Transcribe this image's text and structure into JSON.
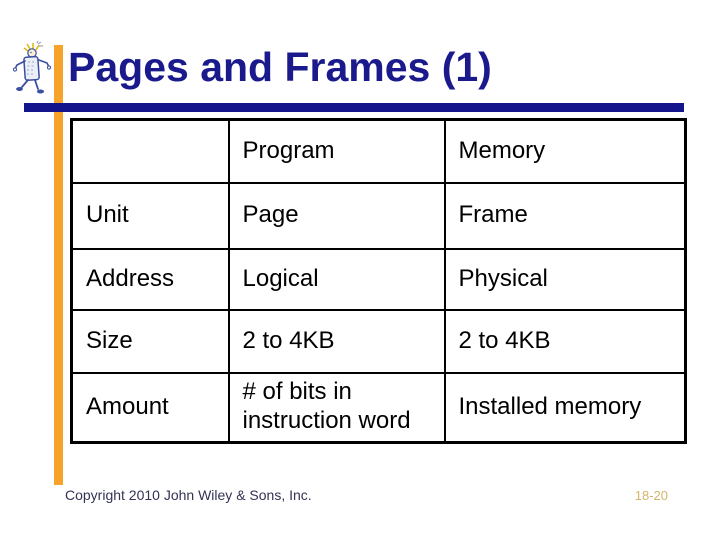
{
  "slide": {
    "title": "Pages and Frames (1)"
  },
  "table": {
    "headers": [
      "",
      "Program",
      "Memory"
    ],
    "rows": [
      {
        "label": "Unit",
        "program": "Page",
        "memory": "Frame"
      },
      {
        "label": "Address",
        "program": "Logical",
        "memory": "Physical"
      },
      {
        "label": "Size",
        "program": "2 to 4KB",
        "memory": "2 to 4KB"
      },
      {
        "label": "Amount",
        "program": "# of bits in instruction word",
        "memory": "Installed memory"
      }
    ]
  },
  "footer": {
    "copyright": "Copyright 2010 John Wiley & Sons, Inc.",
    "page_number": "18-20"
  },
  "icons": {
    "mascot": "walking-figure-mascot"
  },
  "colors": {
    "title_navy": "#1A1A8C",
    "accent_orange": "#F7A329",
    "label_gold": "#BF9000",
    "page_number_gold": "#D2B56A",
    "table_border": "#000000",
    "cell_text": "#000000",
    "footer_text": "#333355",
    "background": "#FFFFFF"
  }
}
